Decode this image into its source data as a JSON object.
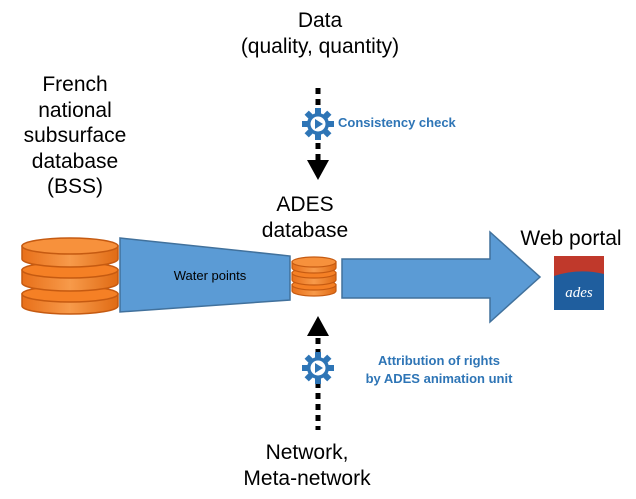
{
  "labels": {
    "top_data": "Data\n(quality, quantity)",
    "consistency_check": "Consistency check",
    "bss": "French\nnational\nsubsurface\ndatabase\n(BSS)",
    "ades_db": "ADES\ndatabase",
    "web_portal": "Web portal",
    "water_points": "Water points",
    "rights": "Attribution of rights\nby ADES animation unit",
    "network": "Network,\nMeta-network",
    "logo_text": "ades"
  },
  "colors": {
    "orange": "#f58025",
    "orange_edge": "#c55a11",
    "blue_shape": "#5b9bd5",
    "blue_edge": "#41719c",
    "blue_text": "#2e75b6",
    "logo_red": "#c0392b",
    "logo_blue": "#1f5e9e"
  },
  "icons": [
    "gear-play-icon",
    "database-icon"
  ]
}
